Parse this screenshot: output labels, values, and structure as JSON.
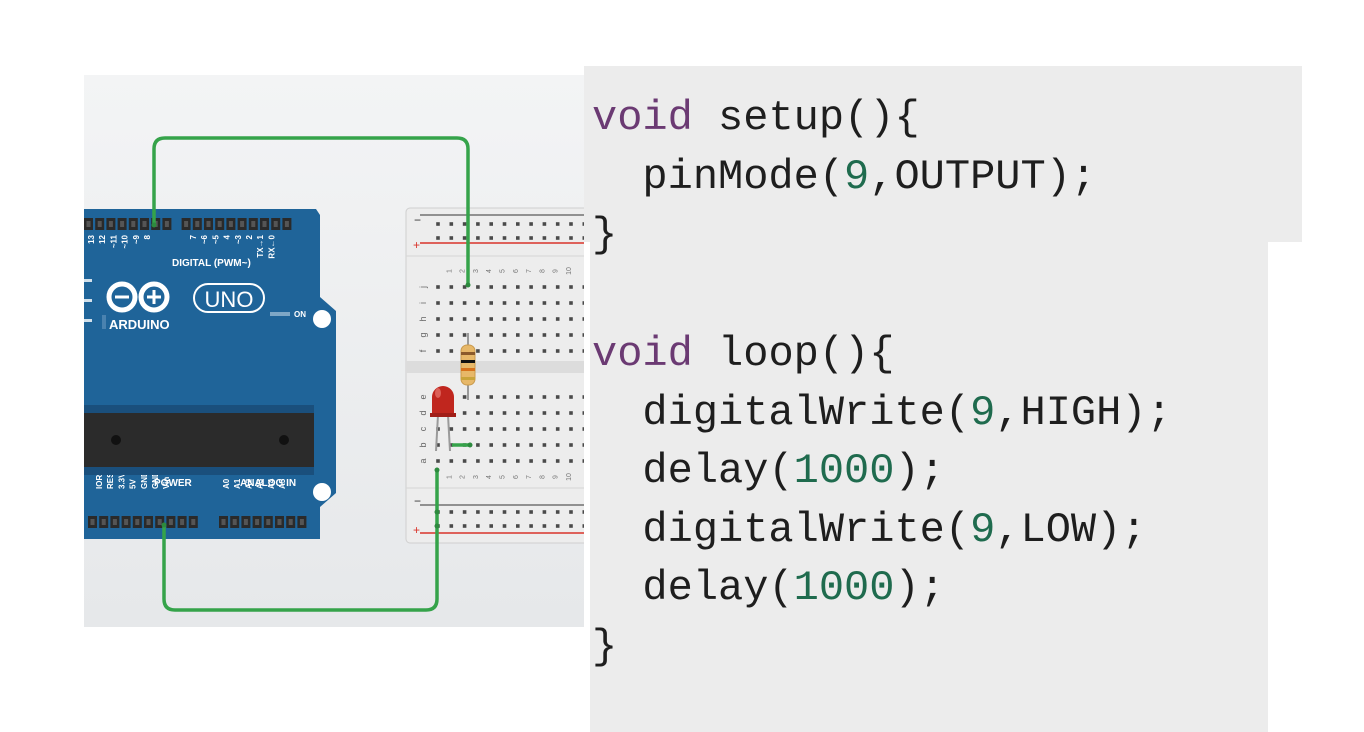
{
  "board": {
    "logo_text": "ARDUINO",
    "model": "UNO",
    "on_label": "ON",
    "digital_header": "DIGITAL (PWM~)",
    "power_header": "POWER",
    "analog_header": "ANALOG IN",
    "digital_pins": [
      "13",
      "12",
      "~11",
      "~10",
      "~9",
      "8",
      "7",
      "~6",
      "~5",
      "4",
      "~3",
      "2",
      "TX→1",
      "RX←0"
    ],
    "power_pins": [
      "IOREF",
      "RESET",
      "3.3V",
      "5V",
      "GND",
      "GND",
      "Vin"
    ],
    "analog_pins": [
      "A0",
      "A1",
      "A2",
      "A3",
      "A4",
      "A5"
    ]
  },
  "breadboard": {
    "rail_minus": "−",
    "rail_plus": "+",
    "row_letters_top": [
      "f",
      "g",
      "h",
      "i",
      "j"
    ],
    "row_letters_bottom": [
      "a",
      "b",
      "c",
      "d",
      "e"
    ],
    "column_numbers": [
      "1",
      "2",
      "3",
      "4",
      "5",
      "6",
      "7",
      "8",
      "9",
      "10"
    ]
  },
  "code": {
    "setup": {
      "line1_kw": "void",
      "line1_rest": " setup(){",
      "line2_a": "  pinMode(",
      "line2_num": "9",
      "line2_b": ",OUTPUT);",
      "line3": "}"
    },
    "loop": {
      "line1_kw": "void",
      "line1_rest": " loop(){",
      "line2_a": "  digitalWrite(",
      "line2_num": "9",
      "line2_b": ",HIGH);",
      "line3_a": "  delay(",
      "line3_num": "1000",
      "line3_b": ");",
      "line4_a": "  digitalWrite(",
      "line4_num": "9",
      "line4_b": ",LOW);",
      "line5_a": "  delay(",
      "line5_num": "1000",
      "line5_b": ");",
      "line6": "}"
    }
  },
  "colors": {
    "board_blue": "#1f6499",
    "wire_green": "#35a34a",
    "keyword": "#6b3a73",
    "number": "#1f6b4e",
    "led_red": "#c0261e"
  }
}
